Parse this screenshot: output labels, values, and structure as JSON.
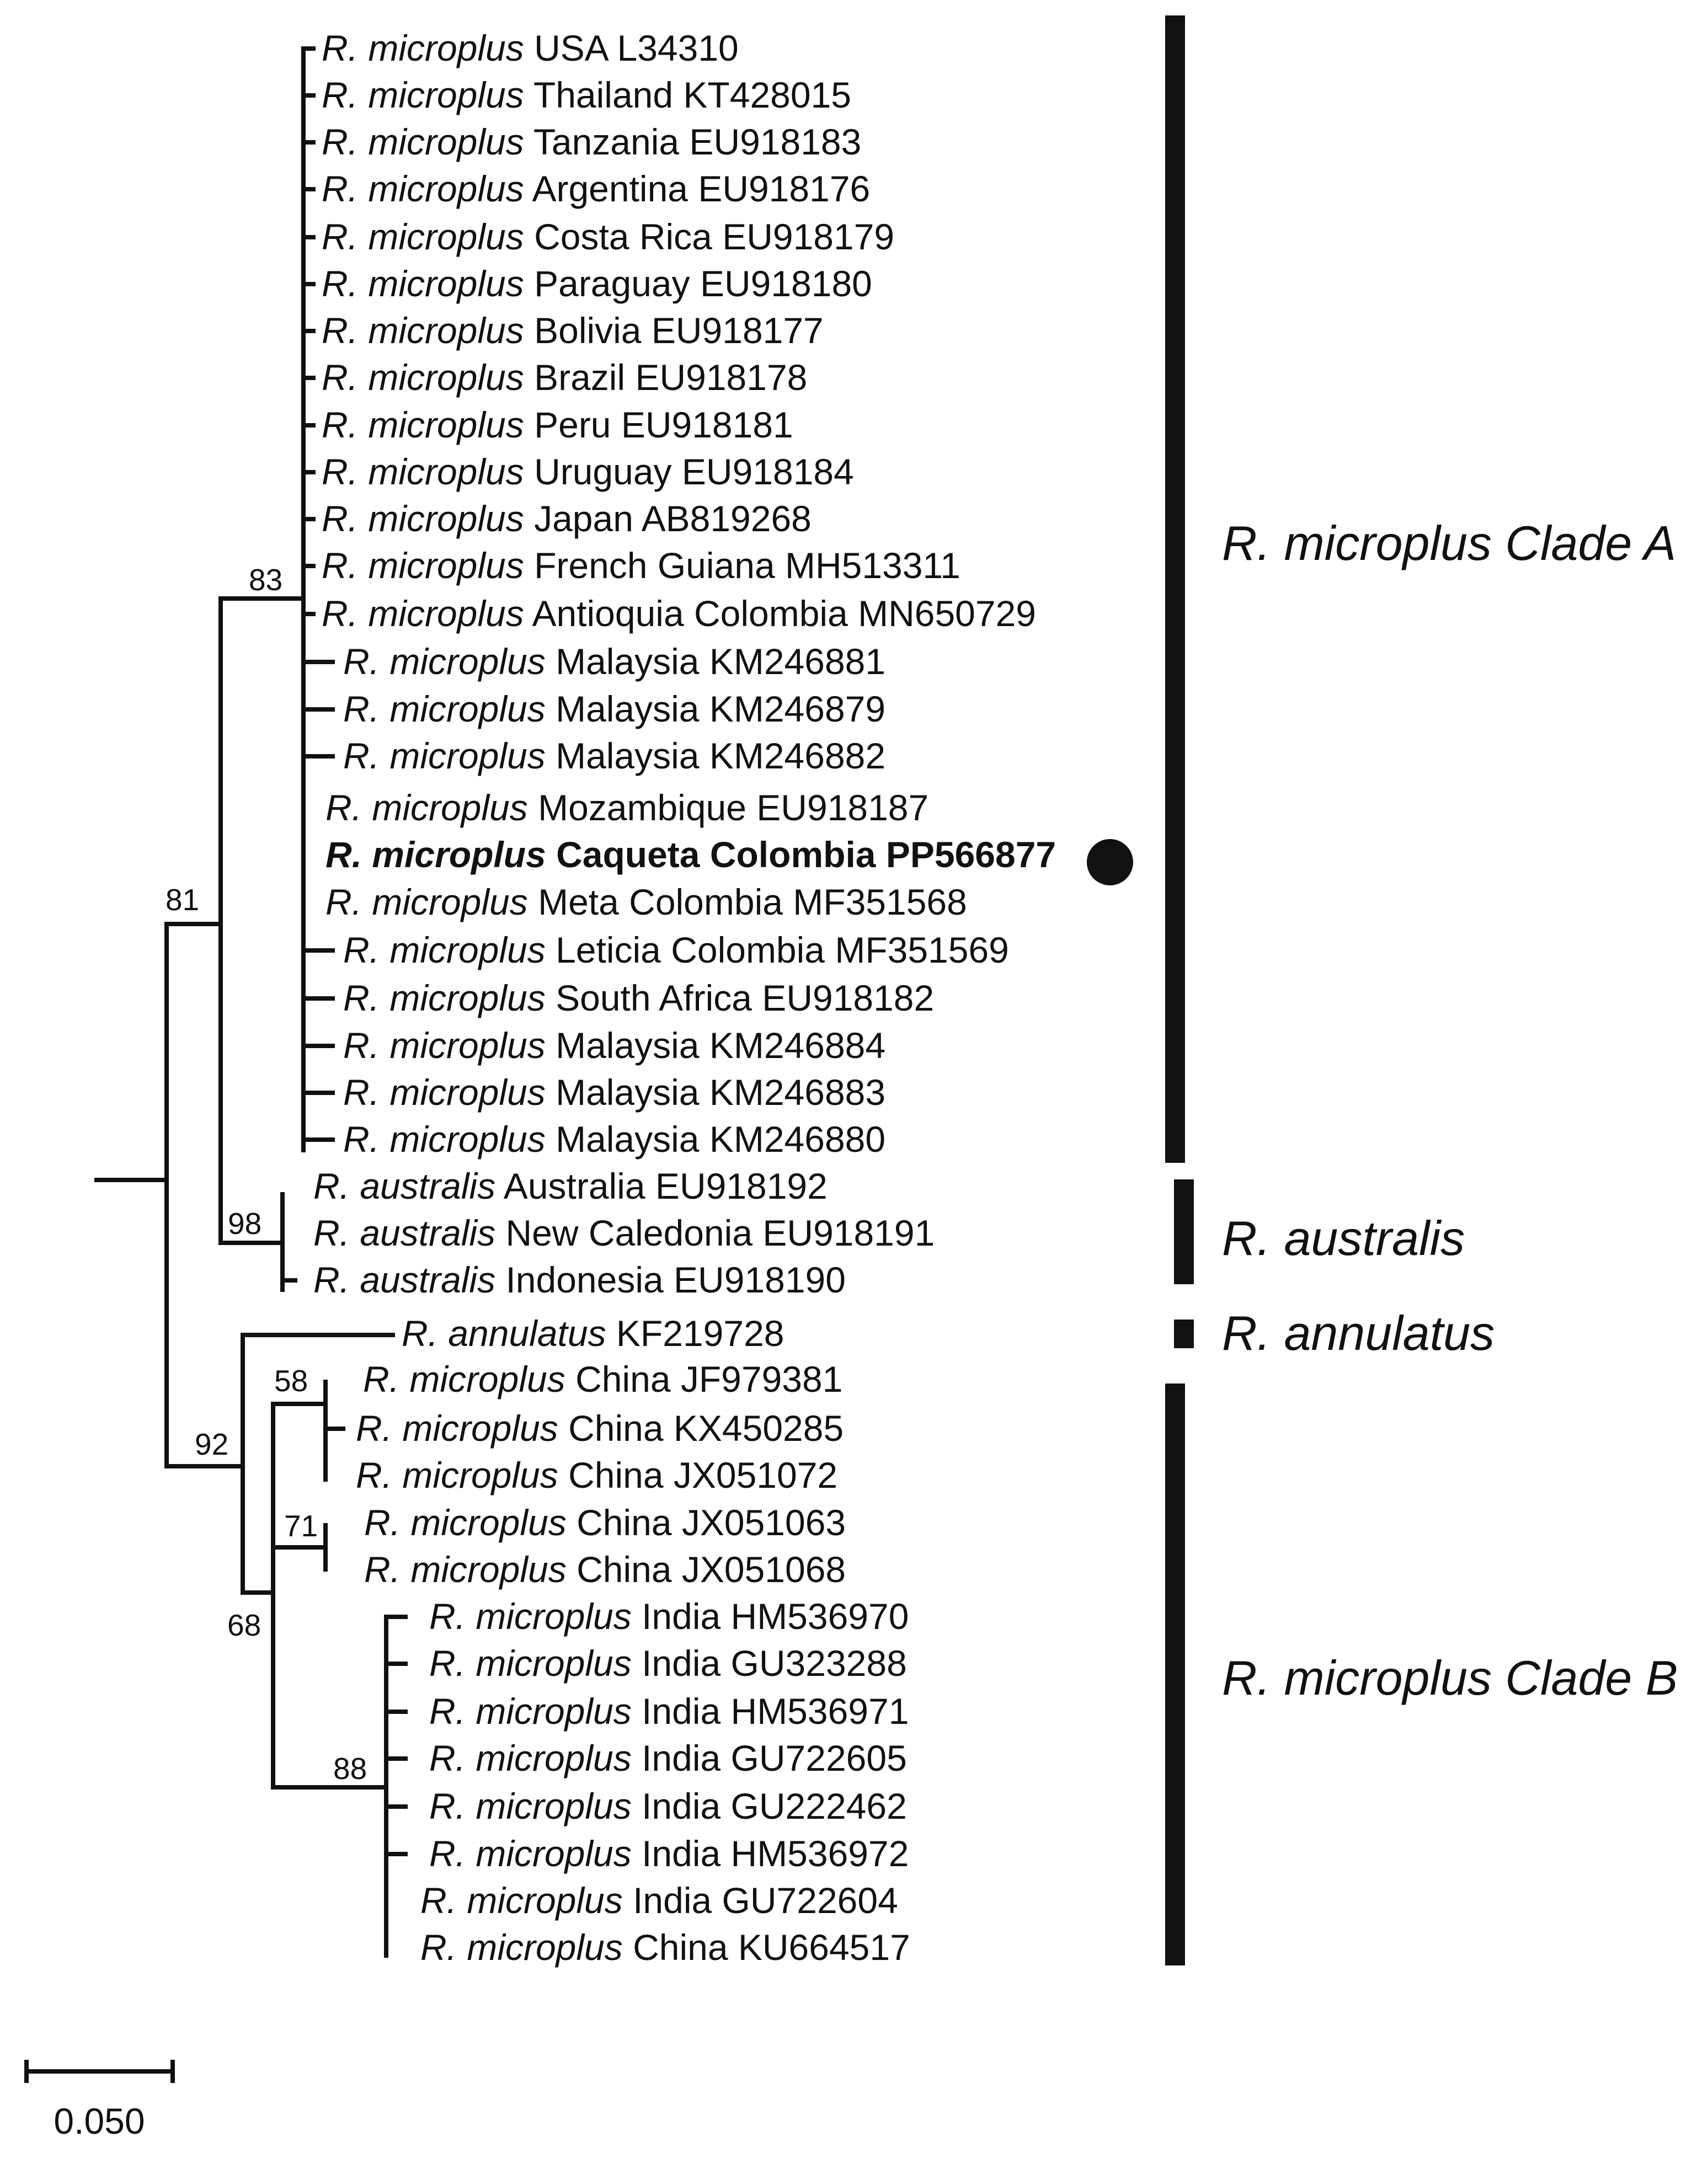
{
  "taxa": [
    {
      "species": "R. microplus",
      "rest": "USA L34310"
    },
    {
      "species": "R. microplus",
      "rest": "Thailand KT428015"
    },
    {
      "species": "R. microplus",
      "rest": "Tanzania EU918183"
    },
    {
      "species": "R. microplus",
      "rest": "Argentina EU918176"
    },
    {
      "species": "R. microplus",
      "rest": "Costa Rica EU918179"
    },
    {
      "species": "R. microplus",
      "rest": "Paraguay EU918180"
    },
    {
      "species": "R. microplus",
      "rest": "Bolivia EU918177"
    },
    {
      "species": "R. microplus",
      "rest": "Brazil EU918178"
    },
    {
      "species": "R. microplus",
      "rest": "Peru EU918181"
    },
    {
      "species": "R. microplus",
      "rest": "Uruguay EU918184"
    },
    {
      "species": "R. microplus",
      "rest": "Japan AB819268"
    },
    {
      "species": "R. microplus",
      "rest": "French Guiana MH513311"
    },
    {
      "species": "R. microplus",
      "rest": "Antioquia Colombia MN650729"
    },
    {
      "species": "R. microplus",
      "rest": "Malaysia KM246881"
    },
    {
      "species": "R. microplus",
      "rest": "Malaysia KM246879"
    },
    {
      "species": "R. microplus",
      "rest": "Malaysia KM246882"
    },
    {
      "species": "R. microplus",
      "rest": "Mozambique EU918187"
    },
    {
      "species": "R. microplus",
      "rest": "Caqueta Colombia PP566877",
      "highlight": true
    },
    {
      "species": "R. microplus",
      "rest": "Meta Colombia MF351568"
    },
    {
      "species": "R. microplus",
      "rest": "Leticia Colombia MF351569"
    },
    {
      "species": "R. microplus",
      "rest": "South Africa EU918182"
    },
    {
      "species": "R. microplus",
      "rest": "Malaysia KM246884"
    },
    {
      "species": "R. microplus",
      "rest": "Malaysia KM246883"
    },
    {
      "species": "R. microplus",
      "rest": "Malaysia KM246880"
    },
    {
      "species": "R. australis",
      "rest": "Australia EU918192"
    },
    {
      "species": "R. australis",
      "rest": "New Caledonia EU918191"
    },
    {
      "species": "R. australis",
      "rest": "Indonesia EU918190"
    },
    {
      "species": "R. annulatus",
      "rest": "KF219728"
    },
    {
      "species": "R. microplus",
      "rest": "China JF979381"
    },
    {
      "species": "R. microplus",
      "rest": "China KX450285"
    },
    {
      "species": "R. microplus",
      "rest": "China JX051072"
    },
    {
      "species": "R. microplus",
      "rest": "China JX051063"
    },
    {
      "species": "R. microplus",
      "rest": "China JX051068"
    },
    {
      "species": "R. microplus",
      "rest": "India HM536970"
    },
    {
      "species": "R. microplus",
      "rest": "India GU323288"
    },
    {
      "species": "R. microplus",
      "rest": "India HM536971"
    },
    {
      "species": "R. microplus",
      "rest": "India GU722605"
    },
    {
      "species": "R. microplus",
      "rest": "India GU222462"
    },
    {
      "species": "R. microplus",
      "rest": "India HM536972"
    },
    {
      "species": "R. microplus",
      "rest": "India GU722604"
    },
    {
      "species": "R. microplus",
      "rest": "China KU664517"
    }
  ],
  "bootstrap": [
    "83",
    "81",
    "98",
    "92",
    "58",
    "71",
    "68",
    "88"
  ],
  "clades": [
    "R. microplus Clade A",
    "R. australis",
    "R. annulatus",
    "R. microplus Clade B"
  ],
  "scale_bar": {
    "label": "0.050",
    "value": 0.05
  },
  "colors": {
    "ink": "#111111",
    "background": "#ffffff"
  }
}
